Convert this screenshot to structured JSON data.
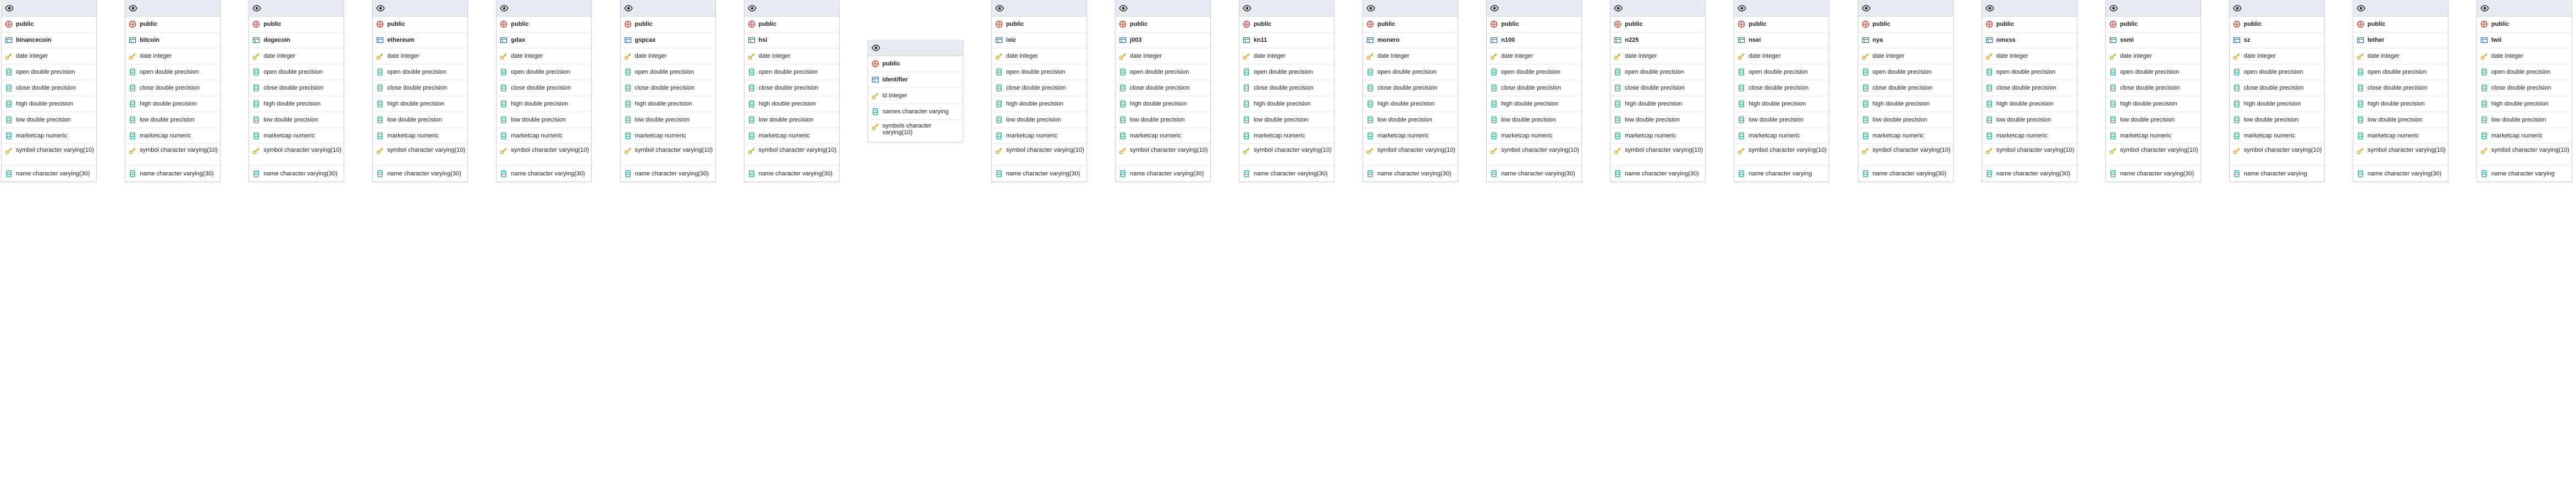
{
  "colors": {
    "header_bg": "#e8ecf2",
    "border": "#c9d0da",
    "schema_icon": "#c0392b",
    "table_icon": "#2a6db0",
    "key_icon": "#d4a017",
    "column_icon": "#1aa58a"
  },
  "tables": [
    {
      "schema": "public",
      "name": "binancecoin",
      "columns": [
        "date integer",
        "open double precision",
        "close double precision",
        "high double precision",
        "low double precision",
        "marketcap numeric",
        "symbol character varying(10)",
        "name character varying(30)"
      ]
    },
    {
      "schema": "public",
      "name": "bitcoin",
      "columns": [
        "date integer",
        "open double precision",
        "close double precision",
        "high double precision",
        "low double precision",
        "marketcap numeric",
        "symbol character varying(10)",
        "name character varying(30)"
      ]
    },
    {
      "schema": "public",
      "name": "dogecoin",
      "columns": [
        "date integer",
        "open double precision",
        "close double precision",
        "high double precision",
        "low double precision",
        "marketcap numeric",
        "symbol character varying(10)",
        "name character varying(30)"
      ]
    },
    {
      "schema": "public",
      "name": "ethereum",
      "columns": [
        "date integer",
        "open double precision",
        "close double precision",
        "high double precision",
        "low double precision",
        "marketcap numeric",
        "symbol character varying(10)",
        "name character varying(30)"
      ]
    },
    {
      "schema": "public",
      "name": "gdax",
      "columns": [
        "date integer",
        "open double precision",
        "close double precision",
        "high double precision",
        "low double precision",
        "marketcap numeric",
        "symbol character varying(10)",
        "name character varying(30)"
      ]
    },
    {
      "schema": "public",
      "name": "gspcax",
      "columns": [
        "date integer",
        "open double precision",
        "close double precision",
        "high double precision",
        "low double precision",
        "marketcap numeric",
        "symbol character varying(10)",
        "name character varying(30)"
      ]
    },
    {
      "schema": "public",
      "name": "hsi",
      "columns": [
        "date integer",
        "open double precision",
        "close double precision",
        "high double precision",
        "low double precision",
        "marketcap numeric",
        "symbol character varying(10)",
        "name character varying(30)"
      ]
    },
    {
      "schema": "public",
      "name": "identifier",
      "small": true,
      "columns": [
        "id integer",
        "names character varying",
        "symbols character varying(10)"
      ]
    },
    {
      "schema": "public",
      "name": "ixic",
      "columns": [
        "date integer",
        "open double precision",
        "close double precision",
        "high double precision",
        "low double precision",
        "marketcap numeric",
        "symbol character varying(10)",
        "name character varying(30)"
      ]
    },
    {
      "schema": "public",
      "name": "j003",
      "columns": [
        "date integer",
        "open double precision",
        "close double precision",
        "high double precision",
        "low double precision",
        "marketcap numeric",
        "symbol character varying(10)",
        "name character varying(30)"
      ]
    },
    {
      "schema": "public",
      "name": "kn11",
      "columns": [
        "date integer",
        "open double precision",
        "close double precision",
        "high double precision",
        "low double precision",
        "marketcap numeric",
        "symbol character varying(10)",
        "name character varying(30)"
      ]
    },
    {
      "schema": "public",
      "name": "monero",
      "columns": [
        "date integer",
        "open double precision",
        "close double precision",
        "high double precision",
        "low double precision",
        "marketcap numeric",
        "symbol character varying(10)",
        "name character varying(30)"
      ]
    },
    {
      "schema": "public",
      "name": "n100",
      "columns": [
        "date integer",
        "open double precision",
        "close double precision",
        "high double precision",
        "low double precision",
        "marketcap numeric",
        "symbol character varying(10)",
        "name character varying(30)"
      ]
    },
    {
      "schema": "public",
      "name": "n225",
      "columns": [
        "date integer",
        "open double precision",
        "close double precision",
        "high double precision",
        "low double precision",
        "marketcap numeric",
        "symbol character varying(10)",
        "name character varying(30)"
      ]
    },
    {
      "schema": "public",
      "name": "nsei",
      "columns": [
        "date integer",
        "open double precision",
        "close double precision",
        "high double precision",
        "low double precision",
        "marketcap numeric",
        "symbol character varying(10)",
        "name character varying"
      ]
    },
    {
      "schema": "public",
      "name": "nya",
      "columns": [
        "date integer",
        "open double precision",
        "close double precision",
        "high double precision",
        "low double precision",
        "marketcap numeric",
        "symbol character varying(10)",
        "name character varying(30)"
      ]
    },
    {
      "schema": "public",
      "name": "omxss",
      "columns": [
        "date integer",
        "open double precision",
        "close double precision",
        "high double precision",
        "low double precision",
        "marketcap numeric",
        "symbol character varying(10)",
        "name character varying(30)"
      ]
    },
    {
      "schema": "public",
      "name": "ssmi",
      "columns": [
        "date integer",
        "open double precision",
        "close double precision",
        "high double precision",
        "low double precision",
        "marketcap numeric",
        "symbol character varying(10)",
        "name character varying(30)"
      ]
    },
    {
      "schema": "public",
      "name": "sz",
      "columns": [
        "date integer",
        "open double precision",
        "close double precision",
        "high double precision",
        "low double precision",
        "marketcap numeric",
        "symbol character varying(10)",
        "name character varying"
      ]
    },
    {
      "schema": "public",
      "name": "tether",
      "columns": [
        "date integer",
        "open double precision",
        "close double precision",
        "high double precision",
        "low double precision",
        "marketcap numeric",
        "symbol character varying(10)",
        "name character varying(30)"
      ]
    },
    {
      "schema": "public",
      "name": "twii",
      "columns": [
        "date integer",
        "open double precision",
        "close double precision",
        "high double precision",
        "low double precision",
        "marketcap numeric",
        "symbol character varying(10)",
        "name character varying"
      ]
    }
  ]
}
